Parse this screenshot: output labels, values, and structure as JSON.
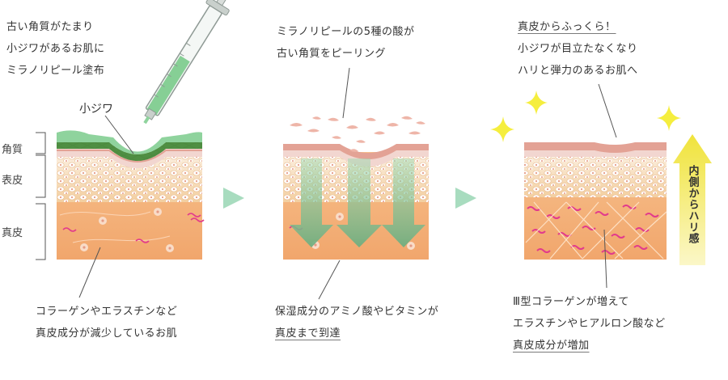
{
  "panel1": {
    "caption_lines": [
      "古い角質がたまり",
      "小ジワがあるお肌に",
      "ミラノリピール塗布"
    ],
    "wrinkle_label": "小ジワ",
    "layers": [
      "角質",
      "表皮",
      "真皮"
    ],
    "bottom_lines": [
      "コラーゲンやエラスチンなど",
      "真皮成分が減少しているお肌"
    ]
  },
  "panel2": {
    "caption_lines": [
      "ミラノリピールの5種の酸が",
      "古い角質をピーリング"
    ],
    "bottom_lines": [
      "保湿成分のアミノ酸やビタミンが",
      "真皮まで到達"
    ]
  },
  "panel3": {
    "caption_lines": [
      "真皮からふっくら！",
      "小ジワが目立たなくなり",
      "ハリと弾力のあるお肌へ"
    ],
    "arrow_label": "内側からハリ感",
    "bottom_lines": [
      "Ⅲ型コラーゲンが増えて",
      "エラスチンやヒアルロン酸など",
      "真皮成分が増加"
    ]
  },
  "colors": {
    "stratum": "#e3a295",
    "epidermis": "#f6dcb6",
    "dermis": "#f2b27c",
    "green_gel": "#9bd6a7",
    "step_arrow": "#a8dcbf",
    "collagen": "#e23b8c",
    "sparkle": "#f5ee3e"
  }
}
